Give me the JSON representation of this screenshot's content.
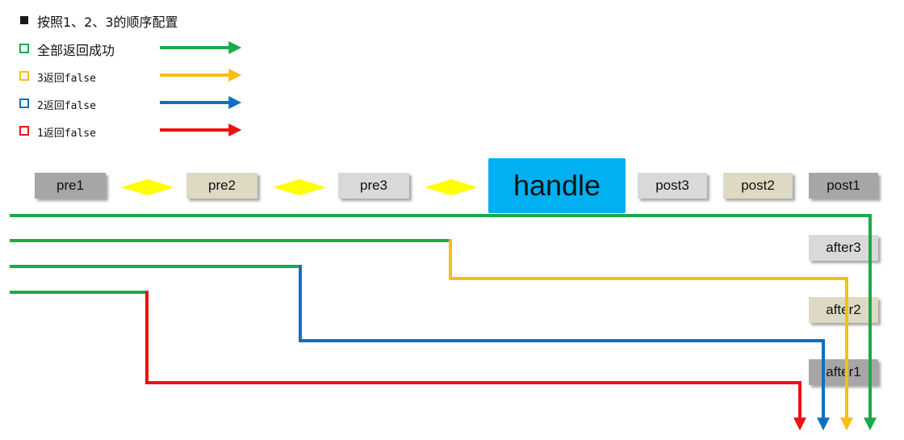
{
  "legend": {
    "header": "按照1、2、3的顺序配置",
    "items": [
      {
        "label": "全部返回成功",
        "color": "#1aaa4a"
      },
      {
        "label": "3返回false",
        "color": "#fbbd16"
      },
      {
        "label": "2返回false",
        "color": "#1070c0"
      },
      {
        "label": "1返回false",
        "color": "#ee1111"
      }
    ]
  },
  "nodes": {
    "pre1": "pre1",
    "pre2": "pre2",
    "pre3": "pre3",
    "handle": "handle",
    "post3": "post3",
    "post2": "post2",
    "post1": "post1",
    "after3": "after3",
    "after2": "after2",
    "after1": "after1"
  },
  "colors": {
    "dark_gray": "#a6a6a6",
    "beige": "#ddd9c3",
    "light_gray": "#d9d9d9",
    "handle_blue": "#00b0f0",
    "diamond_yellow": "#ffff00"
  }
}
